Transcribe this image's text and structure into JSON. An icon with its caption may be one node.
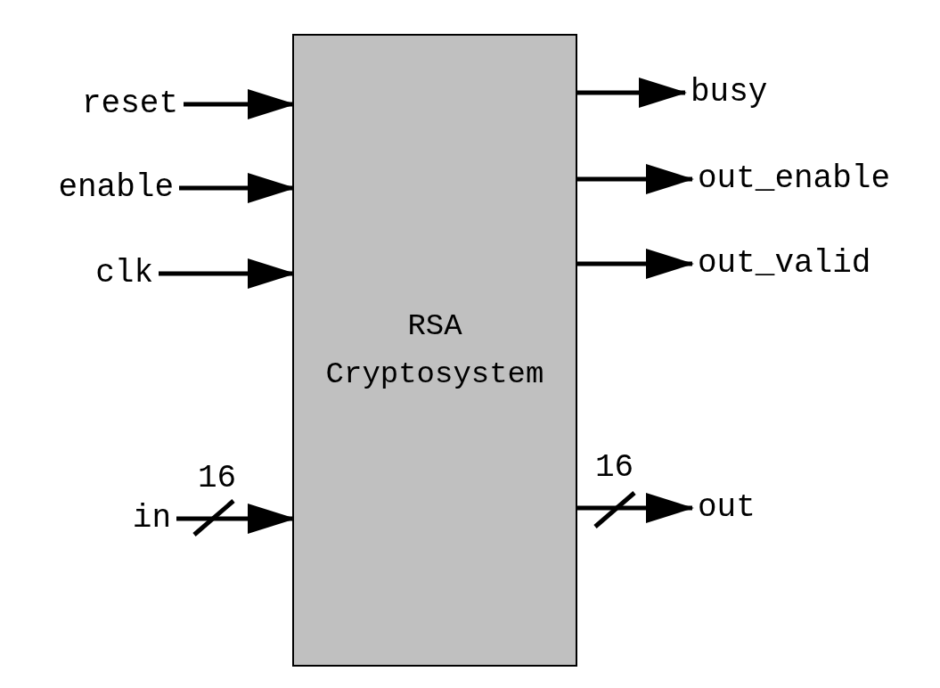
{
  "diagram": {
    "nodes": [
      {
        "text": [
          "RSA Cryptosystem"
        ]
      },
      {
        "text": [
          "reset"
        ]
      },
      {
        "text": [
          "enable"
        ]
      },
      {
        "text": [
          "clk"
        ]
      },
      {
        "text": [
          "in"
        ]
      },
      {
        "text": [
          "busy"
        ]
      },
      {
        "text": [
          "out_enable"
        ]
      },
      {
        "text": [
          "out_valid"
        ]
      },
      {
        "text": [
          "out"
        ]
      }
    ],
    "edges": [
      {
        "from": 1,
        "to": 0,
        "arrow": "to"
      },
      {
        "from": 2,
        "to": 0,
        "arrow": "to"
      },
      {
        "from": 3,
        "to": 0,
        "arrow": "to"
      },
      {
        "from": 4,
        "to": 0,
        "arrow": "to"
      },
      {
        "from": 0,
        "to": 5,
        "arrow": "to"
      },
      {
        "from": 0,
        "to": 6,
        "arrow": "to"
      },
      {
        "from": 0,
        "to": 7,
        "arrow": "to"
      },
      {
        "from": 0,
        "to": 8,
        "arrow": "to"
      }
    ],
    "labels": [
      "16",
      "16"
    ]
  }
}
